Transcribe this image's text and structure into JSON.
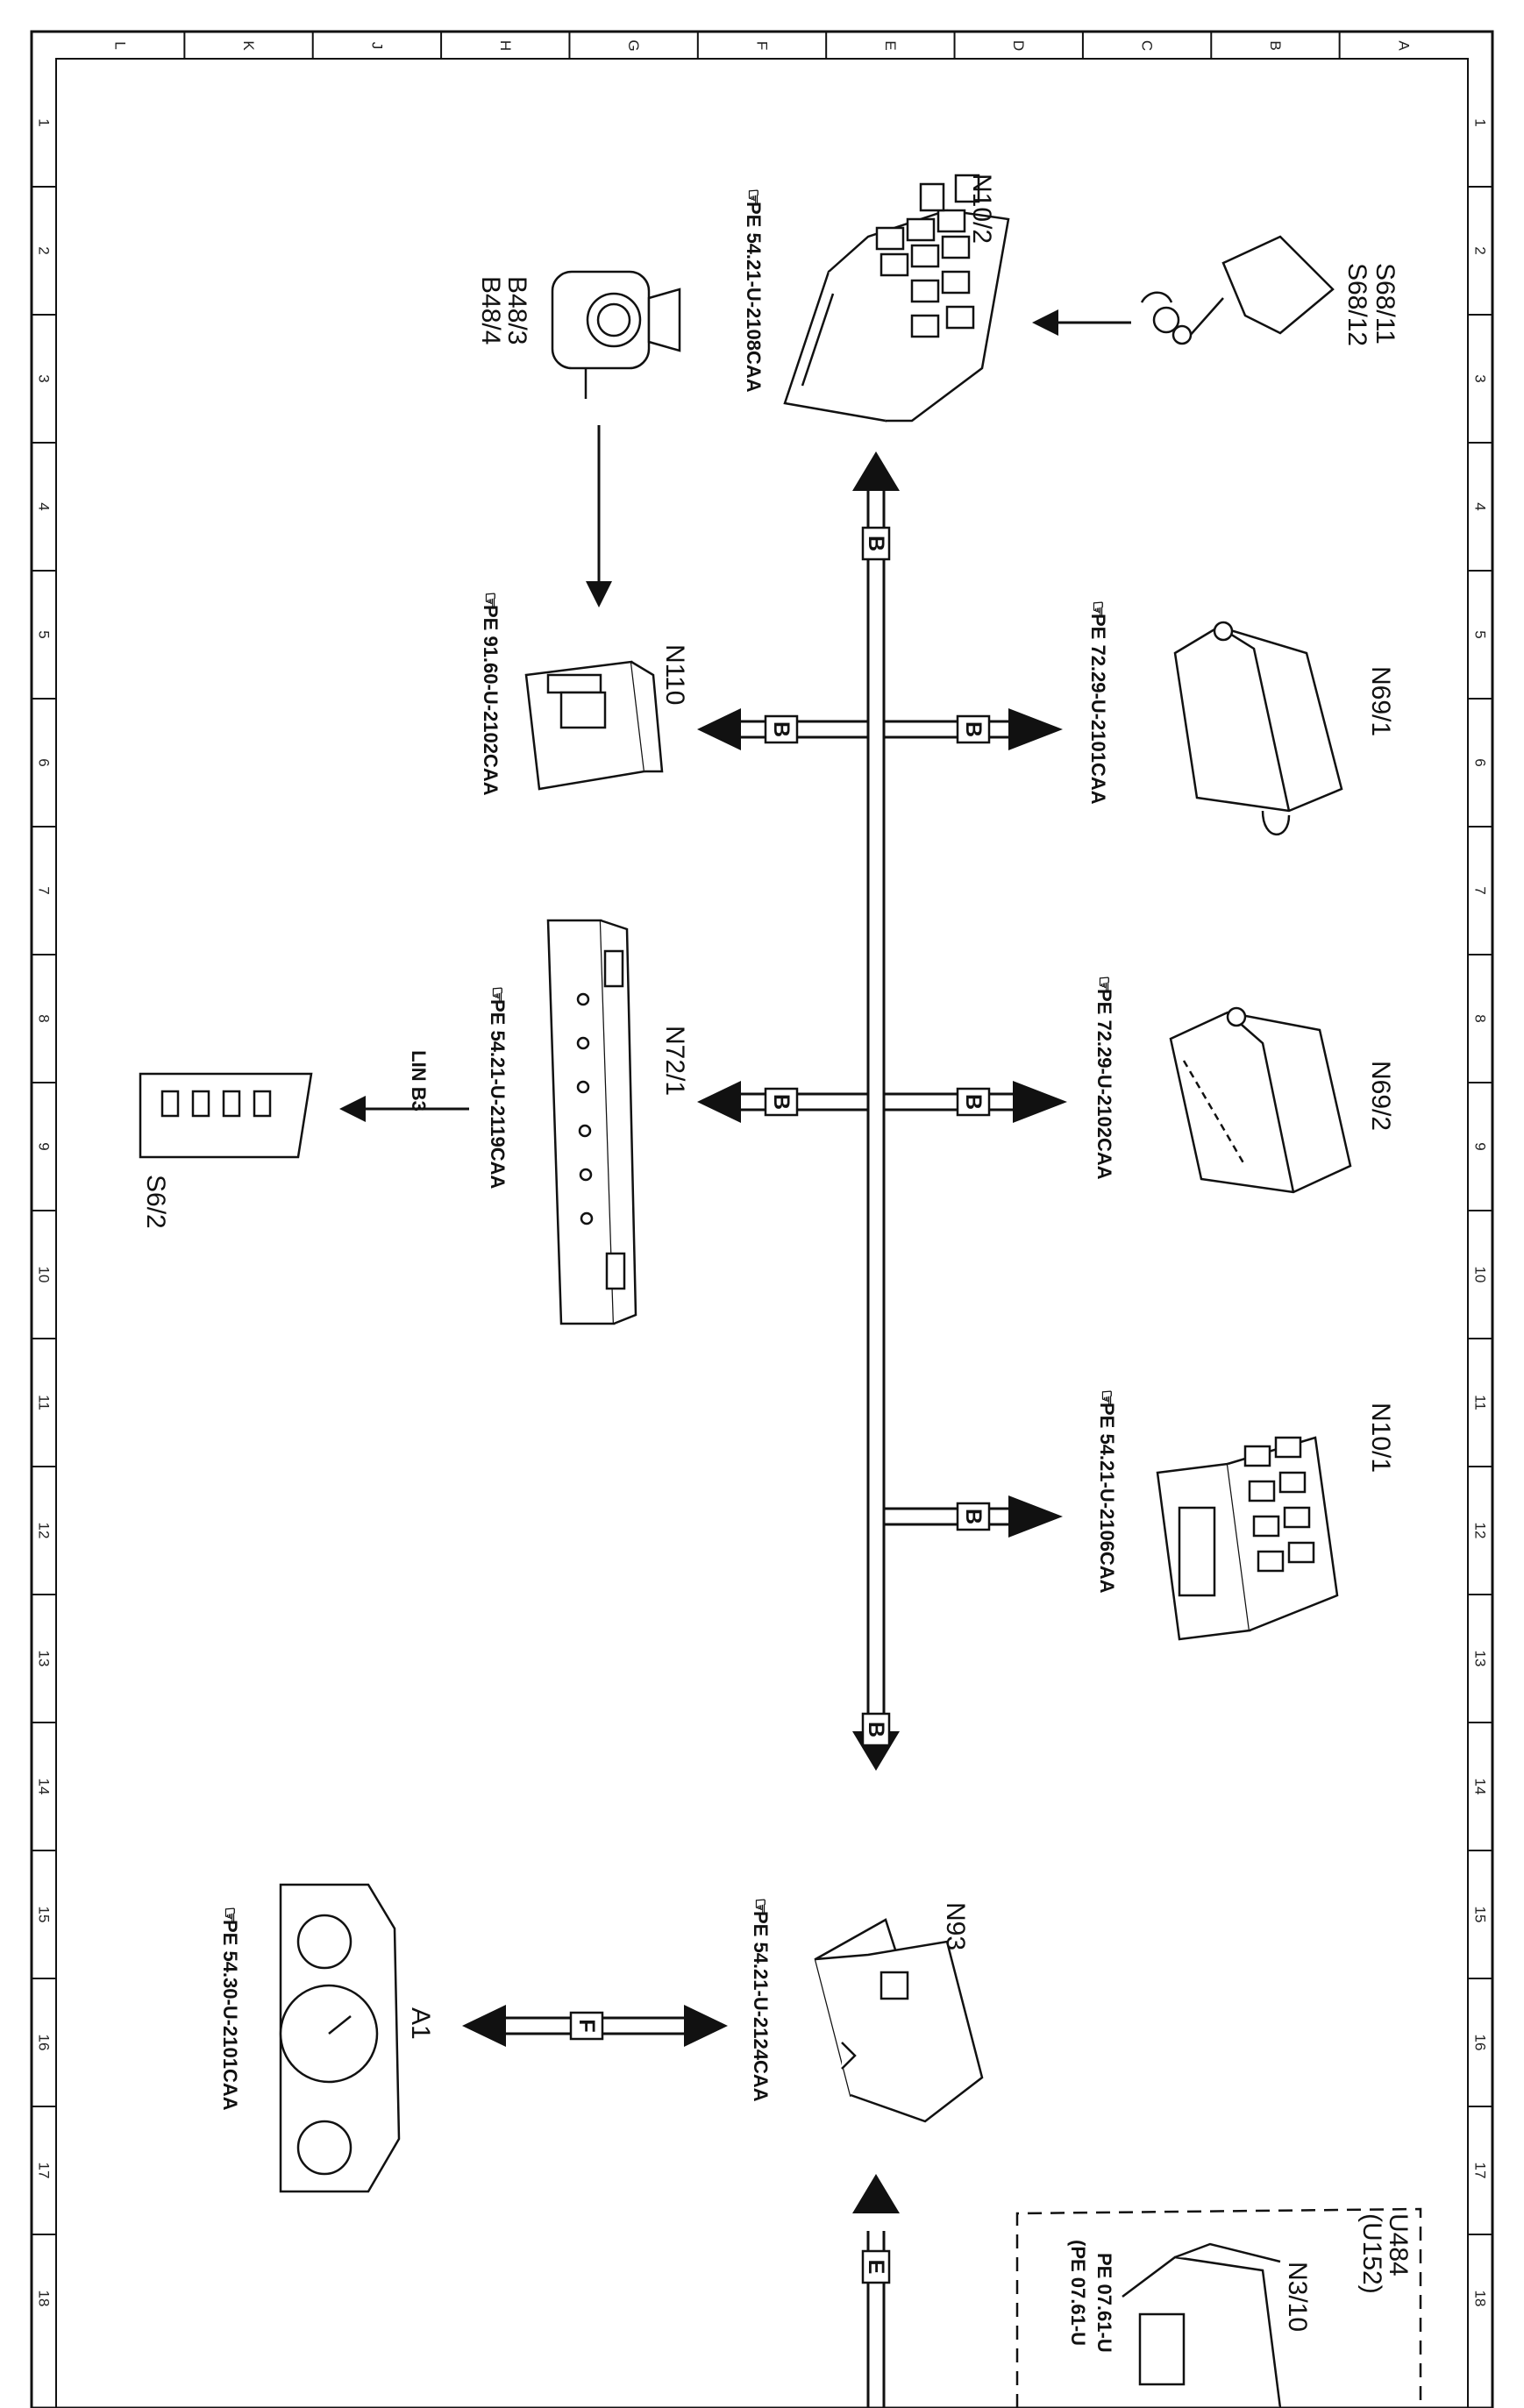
{
  "frame": {
    "col_letters": [
      "L",
      "K",
      "J",
      "H",
      "G",
      "F",
      "E",
      "D",
      "C",
      "B",
      "A"
    ],
    "row_numbers": [
      "1",
      "2",
      "3",
      "4",
      "5",
      "6",
      "7",
      "8",
      "9",
      "10",
      "11",
      "12",
      "13",
      "14",
      "15",
      "16",
      "17",
      "18"
    ]
  },
  "components": {
    "S68_11": {
      "id": "S68/11",
      "icon": "seat-switch-icon"
    },
    "S68_12": {
      "id": "S68/12"
    },
    "N10_2": {
      "id": "N10/2",
      "ref": "PE 54.21-U-2108CAA",
      "icon": "fuse-relay-module-icon"
    },
    "B48_3": {
      "id": "B48/3",
      "icon": "key-sensor-icon"
    },
    "B48_4": {
      "id": "B48/4"
    },
    "N69_1": {
      "id": "N69/1",
      "ref": "PE 72.29-U-2101CAA",
      "icon": "door-control-module-icon"
    },
    "N110": {
      "id": "N110",
      "ref": "PE 91.60-U-2102CAA",
      "icon": "weight-sensor-module-icon"
    },
    "N69_2": {
      "id": "N69/2",
      "ref": "PE 72.29-U-2102CAA",
      "icon": "door-control-module-icon"
    },
    "N72_1": {
      "id": "N72/1",
      "ref": "PE 54.21-U-2119CAA",
      "icon": "control-panel-icon"
    },
    "S6_2": {
      "id": "S6/2",
      "icon": "switch-panel-icon"
    },
    "N10_1": {
      "id": "N10/1",
      "ref": "PE 54.21-U-2106CAA",
      "icon": "fuse-relay-module-icon"
    },
    "N93": {
      "id": "N93",
      "ref": "PE 54.21-U-2124CAA",
      "icon": "gateway-module-icon"
    },
    "A1": {
      "id": "A1",
      "ref": "PE 54.30-U-2101CAA",
      "icon": "instrument-cluster-icon"
    },
    "N3_10": {
      "id": "N3/10",
      "ref1": "PE 07.61-U",
      "ref2": "(PE 07.61-U",
      "icon": "engine-control-unit-icon"
    }
  },
  "variant": {
    "line1": "U484",
    "line2": "(U152)"
  },
  "bus_labels": {
    "B": "B",
    "F": "F",
    "E": "E",
    "lin": "LIN B3"
  },
  "colors": {
    "line": "#111111",
    "bus_fill": "#ffffff"
  }
}
